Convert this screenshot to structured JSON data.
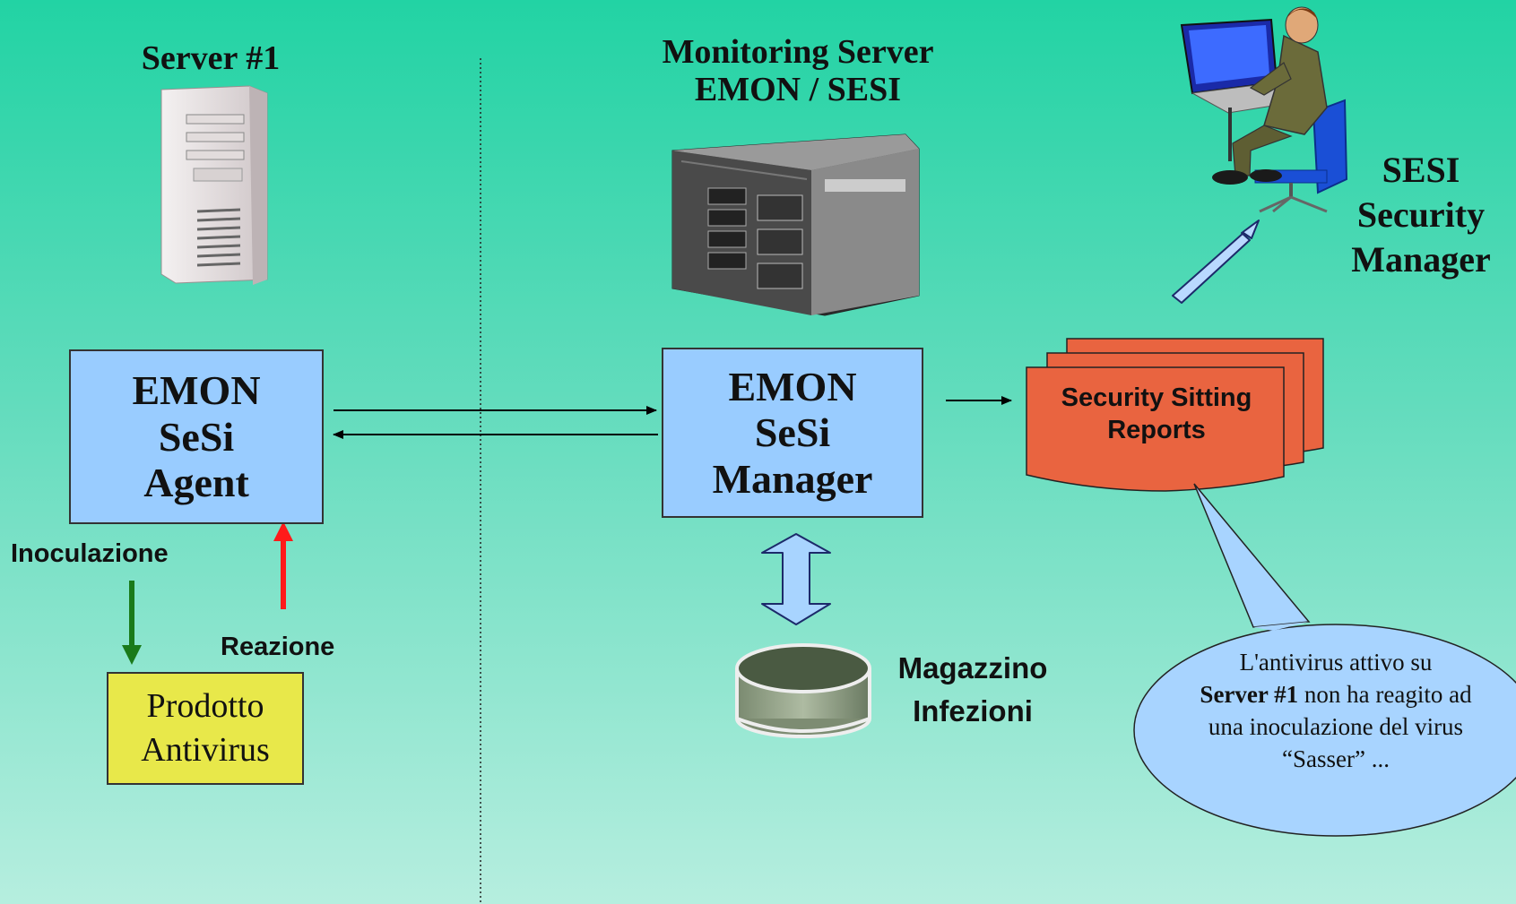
{
  "server1": {
    "title": "Server #1"
  },
  "monitoring": {
    "title_line1": "Monitoring Server",
    "title_line2": "EMON / SESI"
  },
  "security_manager": {
    "line1": "SESI",
    "line2": "Security",
    "line3": "Manager"
  },
  "agent_box": {
    "line1": "EMON",
    "line2": "SeSi",
    "line3": "Agent"
  },
  "manager_box": {
    "line1": "EMON",
    "line2": "SeSi",
    "line3": "Manager"
  },
  "reports": {
    "line1": "Security Sitting",
    "line2": "Reports"
  },
  "labels": {
    "inoculazione": "Inoculazione",
    "reazione": "Reazione"
  },
  "antivirus_box": {
    "line1": "Prodotto",
    "line2": "Antivirus"
  },
  "storage": {
    "line1": "Magazzino",
    "line2": "Infezioni"
  },
  "callout": {
    "part1": "L'antivirus attivo su",
    "part2_bold": "Server #1",
    "part3": " non ha reagito ad una inoculazione del virus  “Sasser” ..."
  },
  "colors": {
    "box_fill": "#99ccff",
    "antivirus_fill": "#e8e84a",
    "report_fill": "#e96440",
    "inoculazione_arrow": "#1a7a1a",
    "reazione_arrow": "#ff1a1a"
  }
}
